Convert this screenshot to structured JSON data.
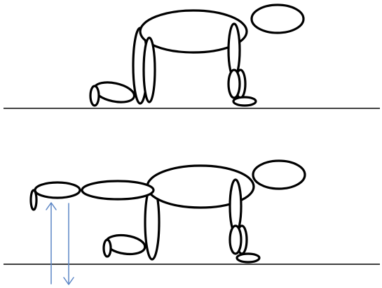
{
  "figure": {
    "panels": [
      {
        "pose": "all-fours-start",
        "leg_lifted": false
      },
      {
        "pose": "rear-leg-extended",
        "leg_lifted": true
      }
    ],
    "movement_arrows": [
      "up",
      "down"
    ],
    "colors": {
      "outline": "#000000",
      "ground": "#000000",
      "arrow": "#5b85c5",
      "background": "#ffffff"
    }
  }
}
